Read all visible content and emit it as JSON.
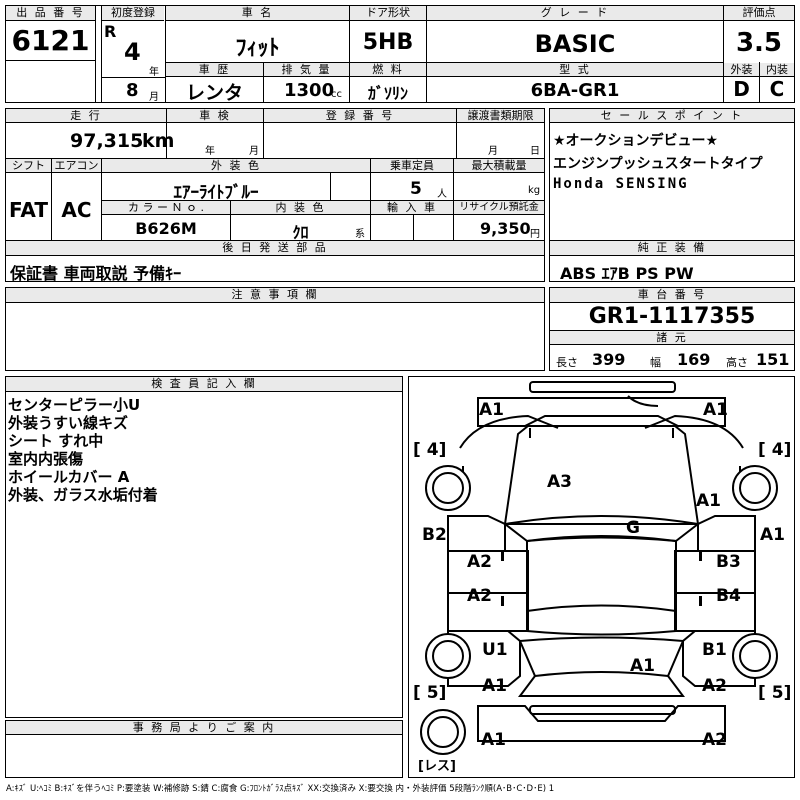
{
  "lot": {
    "label": "出 品 番 号",
    "value": "6121"
  },
  "first_reg": {
    "label": "初度登録",
    "era": "R",
    "year": "4",
    "year_unit": "年",
    "month": "8",
    "month_unit": "月"
  },
  "car_name": {
    "label": "車 名",
    "value": "ﾌｨｯﾄ"
  },
  "history": {
    "label": "車 歴",
    "value": "レンタ"
  },
  "displacement": {
    "label": "排 気 量",
    "value": "1300",
    "unit": "cc"
  },
  "door": {
    "label": "ドア形状",
    "value": "5HB"
  },
  "fuel": {
    "label": "燃 料",
    "value": "ｶﾞｿﾘﾝ"
  },
  "grade": {
    "label": "グ レ ー ド",
    "value": "BASIC"
  },
  "model": {
    "label": "型 式",
    "value": "6BA-GR1"
  },
  "score": {
    "label": "評価点",
    "value": "3.5",
    "ext_label": "外装",
    "int_label": "内装",
    "ext": "D",
    "int": "C"
  },
  "mileage": {
    "label": "走 行",
    "value": "97,315",
    "unit": "km"
  },
  "inspection": {
    "label": "車 検",
    "year_unit": "年",
    "month_unit": "月"
  },
  "reg_no": {
    "label": "登 録 番 号"
  },
  "transfer": {
    "label": "譲渡書類期限",
    "month_unit": "月",
    "day_unit": "日"
  },
  "shift": {
    "label": "シフト",
    "value": "FAT"
  },
  "ac": {
    "label": "エアコン",
    "value": "AC"
  },
  "ext_color": {
    "label": "外 装 色",
    "value": "ｴｱｰﾗｲﾄﾌﾞﾙｰ"
  },
  "capacity": {
    "label": "乗車定員",
    "value": "5",
    "unit": "人"
  },
  "max_load": {
    "label": "最大積載量",
    "unit": "kg"
  },
  "color_no": {
    "label": "カ ラ ー Ｎ ｏ .",
    "value": "B626M"
  },
  "int_color": {
    "label": "内 装 色",
    "value": "ｸﾛ",
    "unit": "系"
  },
  "import": {
    "label": "輸 入 車"
  },
  "recycle": {
    "label": "リサイクル預託金",
    "value": "9,350",
    "unit": "円"
  },
  "sales_points": {
    "label": "セ ー ル ス ポ イ ン ト",
    "lines": [
      "★オークションデビュー★",
      "エンジンプッシュスタートタイプ",
      "Honda SENSING"
    ]
  },
  "later_parts": {
    "label": "後 日 発 送 部 品",
    "value": "保証書 車両取説 予備ｷｰ"
  },
  "equipment": {
    "label": "純 正 装 備",
    "value": "ABS ｴｱB PS PW"
  },
  "notes": {
    "label": "注 意 事 項 欄"
  },
  "chassis": {
    "label": "車 台 番 号",
    "value": "GR1-1117355"
  },
  "specs": {
    "label": "諸 元",
    "length_label": "長さ",
    "length": "399",
    "width_label": "幅",
    "width": "169",
    "height_label": "高さ",
    "height": "151"
  },
  "inspector": {
    "label": "検 査 員 記 入 欄",
    "lines": [
      "センターピラー小U",
      "外装うすい線キズ",
      "シート すれ中",
      "室内内張傷",
      "ホイールカバー A",
      "外装、ガラス水垢付着"
    ]
  },
  "office": {
    "label": "事 務 局 よ り ご 案 内"
  },
  "diagram": {
    "tires": {
      "fl": "4",
      "fr": "4",
      "rl": "5",
      "rr": "5",
      "spare": "レス"
    },
    "marks": {
      "front_l": "A1",
      "front_r": "A1",
      "bonnet": "A3",
      "fender_r": "A1",
      "fender_l": "B2",
      "pillar_r": "A1",
      "glass": "G",
      "door_fl": "A2",
      "door_fr": "B3",
      "door_rl": "A2",
      "door_rr": "B4",
      "quarter_l": "U1",
      "quarter_r": "B1",
      "roof": "A1",
      "rear_l": "A1",
      "rear_r": "A2",
      "bumper_l": "A1",
      "bumper_r": "A2"
    }
  },
  "legend": "A:ｷｽﾞ U:ﾍｺﾐ B:ｷｽﾞを伴うﾍｺﾐ P:要塗装 W:補修跡 S:錆 C:腐食 G:ﾌﾛﾝﾄｶﾞﾗｽ点ｷｽﾞ XX:交換済み X:要交換 内・外装評価 5段階ﾗﾝｸ順(A･B･C･D･E) 1"
}
